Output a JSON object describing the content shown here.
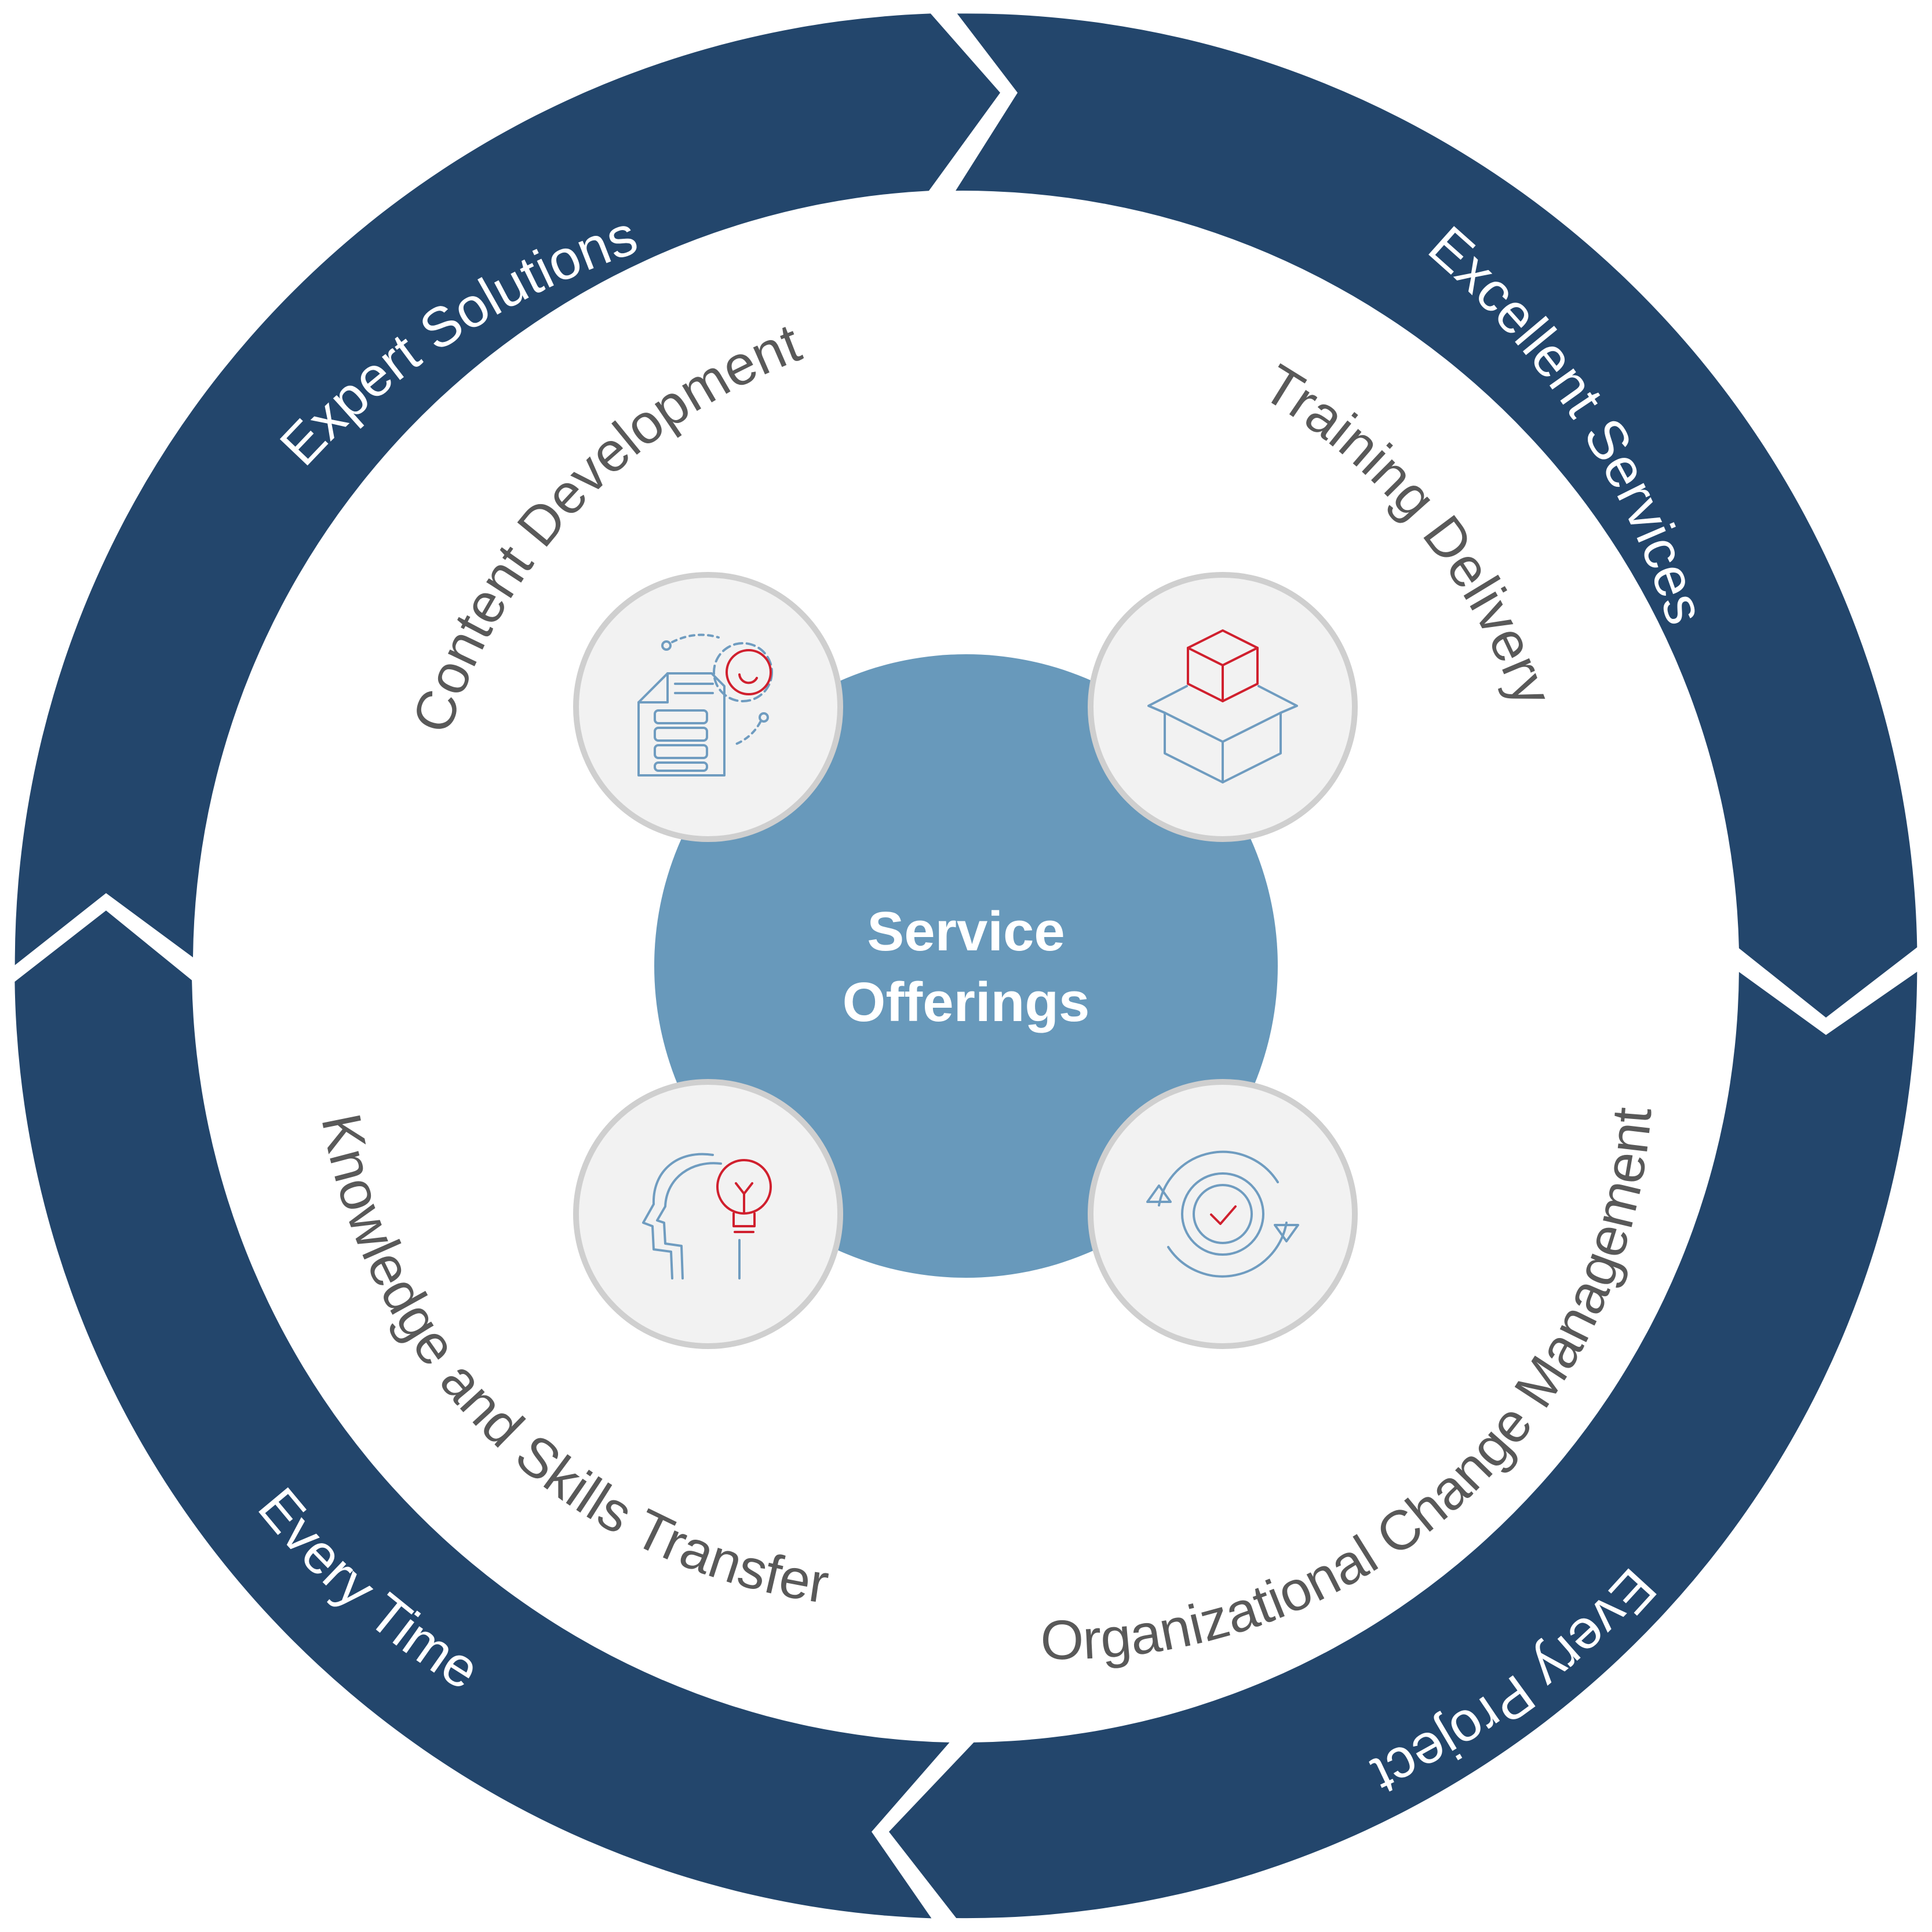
{
  "center": {
    "line1": "Service",
    "line2": "Offerings"
  },
  "ring": {
    "segments": [
      "Expert Solutions",
      "Excellent Services",
      "Every Project",
      "Every Time"
    ]
  },
  "services": {
    "content_development": "Content Development",
    "training_delivery": "Training Delivery",
    "knowledge_transfer": "Knowledge and Skills Transfer",
    "change_management": "Organizational Change Management"
  },
  "icons": {
    "content_development": "document-gear-icon",
    "training_delivery": "open-box-icon",
    "knowledge_transfer": "head-lightbulb-icon",
    "change_management": "cycle-check-icon"
  },
  "colors": {
    "ring": "#23466c",
    "center": "#6899bb",
    "icon_circle_fill": "#f2f2f2",
    "icon_circle_border": "#cfcfcf",
    "icon_stroke": "#6f9cc0",
    "icon_accent": "#d0202e",
    "service_text": "#595959"
  }
}
